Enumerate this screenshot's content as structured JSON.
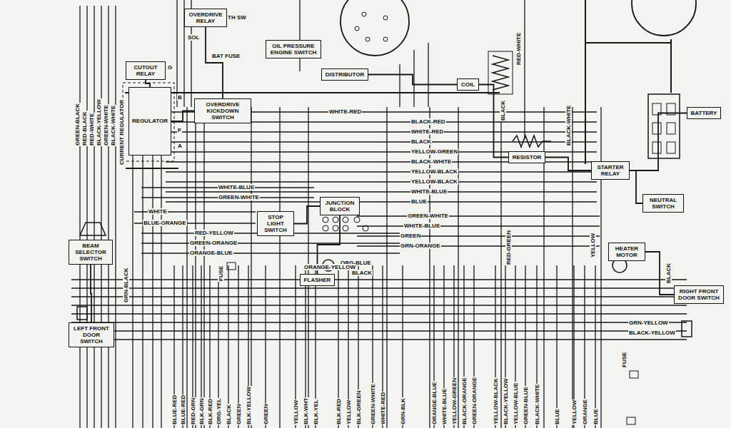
{
  "diagram": {
    "nodes": [
      {
        "text": [
          "OVERDRIVE RELAY"
        ]
      },
      {
        "text": [
          "CUTOUT RELAY"
        ]
      },
      {
        "text": [
          "REGULATOR"
        ]
      },
      {
        "text": [
          "OVERDRIVE KICKDOWN SWITCH"
        ]
      },
      {
        "text": [
          "OIL PRESSURE ENGINE SWITCH"
        ]
      },
      {
        "text": [
          "DISTRIBUTOR"
        ]
      },
      {
        "text": [
          "COIL"
        ]
      },
      {
        "text": [
          "RESISTOR"
        ]
      },
      {
        "text": [
          "STARTER RELAY"
        ]
      },
      {
        "text": [
          "BATTERY"
        ]
      },
      {
        "text": [
          "NEUTRAL SWITCH"
        ]
      },
      {
        "text": [
          "JUNCTION BLOCK"
        ]
      },
      {
        "text": [
          "FLASHER"
        ]
      },
      {
        "text": [
          "STOP LIGHT SWITCH"
        ]
      },
      {
        "text": [
          "BEAM SELECTOR SWITCH"
        ]
      },
      {
        "text": [
          "HEATER MOTOR"
        ]
      },
      {
        "text": [
          "RIGHT FRONT DOOR SWITCH"
        ]
      },
      {
        "text": [
          "LEFT FRONT DOOR SWITCH"
        ]
      }
    ],
    "edges": [
      {
        "from": 5,
        "to": 6,
        "arrow": "none"
      },
      {
        "from": 6,
        "to": 7,
        "arrow": "none"
      },
      {
        "from": 7,
        "to": 8,
        "arrow": "none"
      },
      {
        "from": 8,
        "to": 9,
        "arrow": "none"
      },
      {
        "from": 8,
        "to": 10,
        "arrow": "none"
      },
      {
        "from": 0,
        "to": 3,
        "arrow": "none"
      },
      {
        "from": 2,
        "to": 3,
        "arrow": "none"
      },
      {
        "from": 11,
        "to": 12,
        "arrow": "none"
      },
      {
        "from": 11,
        "to": 13,
        "arrow": "none"
      },
      {
        "from": 15,
        "to": 16,
        "arrow": "none"
      },
      {
        "from": 14,
        "to": 17,
        "arrow": "none"
      },
      {
        "from": 1,
        "to": 2,
        "arrow": "none"
      }
    ],
    "labels": [
      "TH SW",
      "SOL",
      "BAT",
      "FUSE",
      "G",
      "B",
      "F",
      "A",
      "CURRENT REGULATOR",
      "GREEN-BLACK",
      "RED-BLACK",
      "RED-WHITE",
      "BLACK-YELLOW",
      "GREEN-WHITE",
      "BLACK-WHITE",
      "RED-WHITE",
      "BLACK",
      "BLACK-WHITE",
      "WHITE-RED",
      "BLACK-RED",
      "WHITE-RED",
      "BLACK",
      "YELLOW-GREEN",
      "BLACK-WHITE",
      "YELLOW-BLACK",
      "YELLOW-BLACK",
      "WHITE-BLUE",
      "BLUE",
      "WHITE-BLUE",
      "GREEN-WHITE",
      "WHITE",
      "BLUE-ORANGE",
      "GREEN-WHITE",
      "WHITE-BLUE",
      "GREEN",
      "GRN-ORANGE",
      "RED-YELLOW",
      "GREEN-ORANGE",
      "ORANGE-BLUE",
      "FUSE",
      "ORG-BLUE",
      "BLACK",
      "ORANGE-YELLOW",
      "RED-GREEN",
      "YELLOW",
      "BLACK",
      "GRN-BLACK",
      "GRN-YELLOW",
      "BLACK-YELLOW",
      "FUSE",
      "BLUE-RED",
      "BLUE-RED",
      "RED-GRN",
      "BLK-GRN",
      "BLK-RED",
      "ORG-YEL",
      "BLACK",
      "GREEN",
      "BLK-YELLOW",
      "GREEN",
      "YELLOW",
      "BLK-WHT",
      "BLK-YEL",
      "BLK-RED",
      "YELLOW",
      "BLK-GREEN",
      "GREEN-WHITE",
      "WHITE-RED",
      "GRN-BLK",
      "ORANGE-BLUE",
      "WHITE-BLUE",
      "YELLOW-GREEN",
      "BLACK-ORANGE",
      "GREEN-ORANGE",
      "YELLOW-BLACK",
      "BLACK-YELLOW",
      "YELLOW-BLUE",
      "GREEN-BLUE",
      "BLACK-WHITE",
      "BLUE",
      "YELLOW",
      "ORANGE",
      "BLUE"
    ]
  }
}
